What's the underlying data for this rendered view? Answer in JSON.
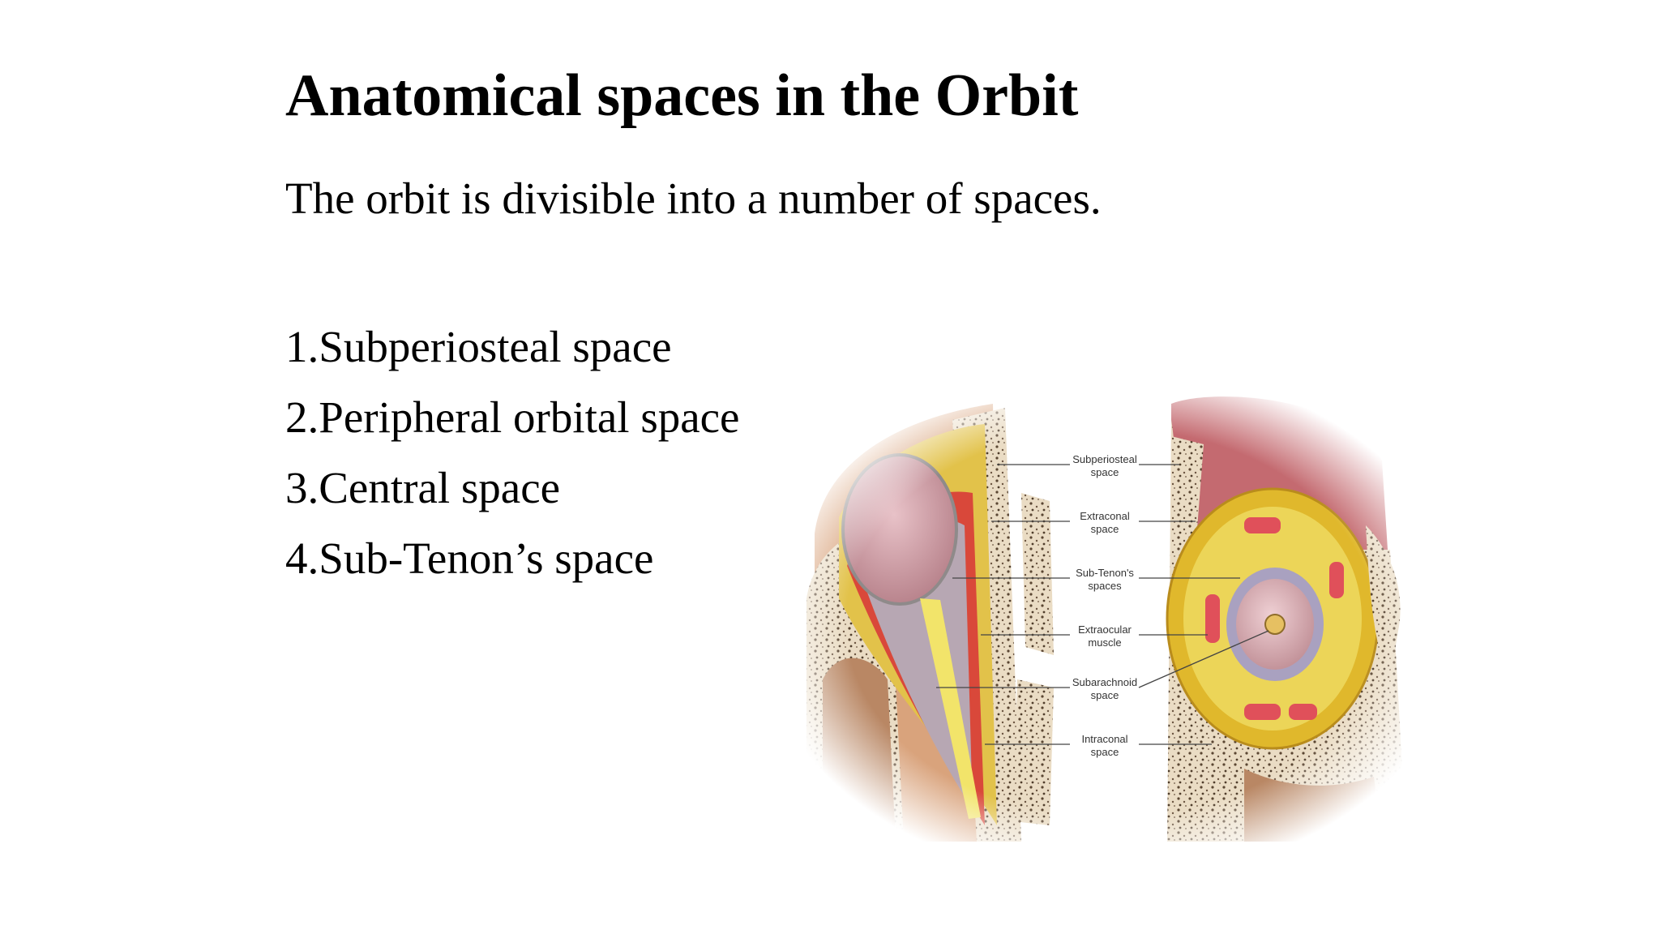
{
  "slide": {
    "title": "Anatomical spaces in the Orbit",
    "intro": "The orbit is divisible into a number of spaces.",
    "spaces": [
      "1.Subperiosteal space",
      "2.Peripheral orbital space",
      "3.Central space",
      "4.Sub-Tenon’s space"
    ]
  },
  "figure": {
    "labels": [
      {
        "line1": "Subperiosteal",
        "line2": "space"
      },
      {
        "line1": "Extraconal",
        "line2": "space"
      },
      {
        "line1": "Sub-Tenon's",
        "line2": "spaces"
      },
      {
        "line1": "Extraocular",
        "line2": "muscle"
      },
      {
        "line1": "Subarachnoid",
        "line2": "space"
      },
      {
        "line1": "Intraconal",
        "line2": "space"
      }
    ]
  }
}
